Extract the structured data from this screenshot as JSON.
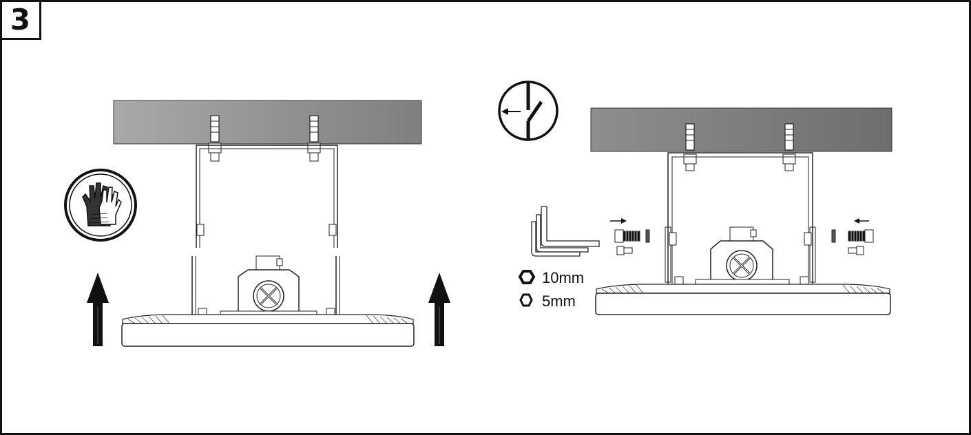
{
  "step": {
    "number": "3"
  },
  "hex_sizes": [
    {
      "label": "10mm",
      "icon": "hex-nut-large-icon"
    },
    {
      "label": "5mm",
      "icon": "hex-nut-small-icon"
    }
  ],
  "icons": {
    "gloves": "gloves-icon",
    "power_off": "power-switch-off-icon",
    "up_arrow": "up-arrow-icon",
    "allen_key": "allen-key-icon"
  },
  "colors": {
    "line": "#111111",
    "ceiling": "#8c8c8c"
  }
}
